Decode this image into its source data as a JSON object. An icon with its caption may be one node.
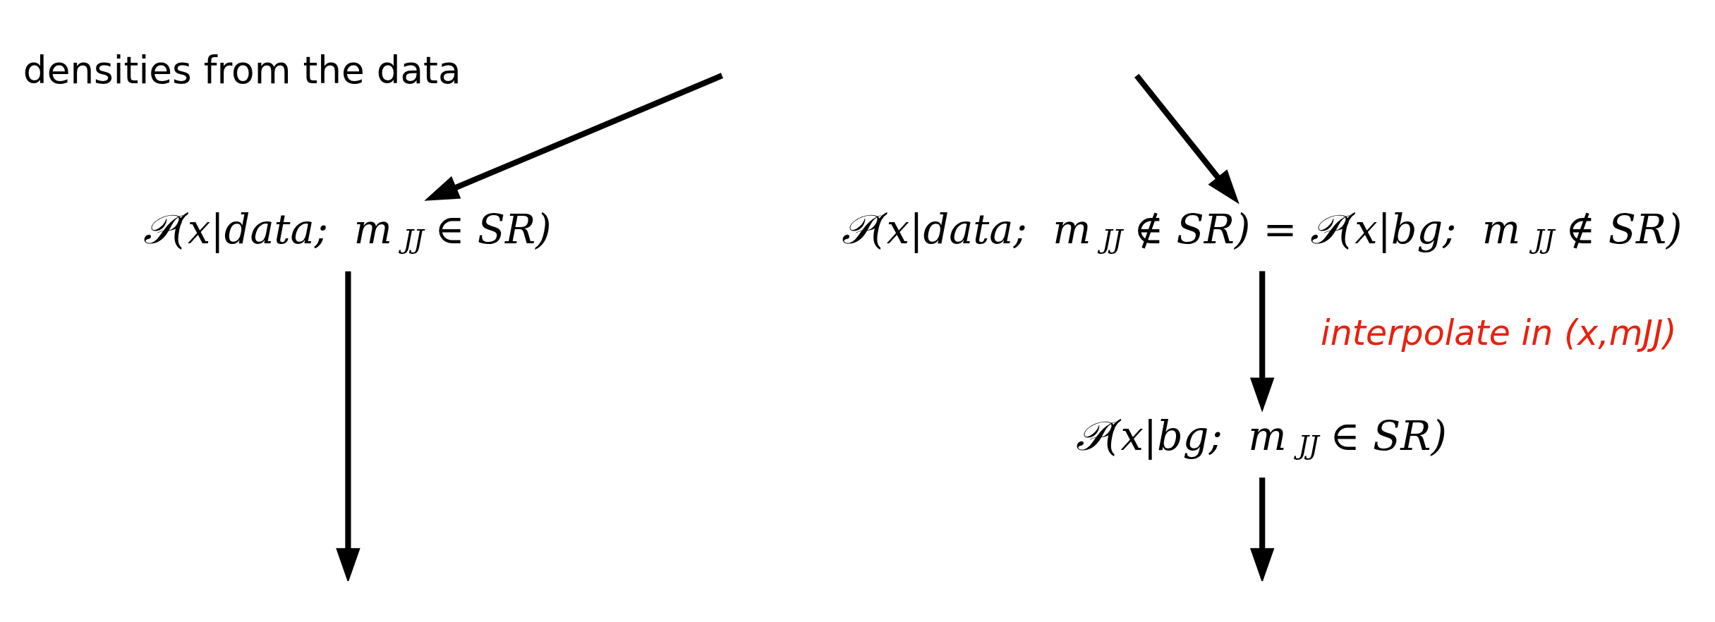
{
  "diagram": {
    "nodes": [
      {
        "text": [
          "𝒫(x|data;  m$_{JJ}$ ∈ SR)"
        ]
      },
      {
        "text": [
          "𝒫(x|data;  m$_{JJ}$ ∉ SR) = 𝒫(x|bg;  m$_{JJ}$ ∉ SR)"
        ]
      },
      {
        "text": [
          "𝒫(x|bg;  m$_{JJ}$ ∈ SR)"
        ]
      }
    ],
    "edges": [
      {
        "from": null,
        "to": 0,
        "arrow": "to"
      },
      {
        "from": null,
        "to": 1,
        "arrow": "to"
      },
      {
        "from": 1,
        "to": 2,
        "arrow": "to",
        "label": "interpolate in (x,mJJ)"
      },
      {
        "from": 0,
        "to": null,
        "arrow": "to"
      },
      {
        "from": 2,
        "to": null,
        "arrow": "to"
      }
    ],
    "labels": [
      "densities from the data"
    ]
  }
}
